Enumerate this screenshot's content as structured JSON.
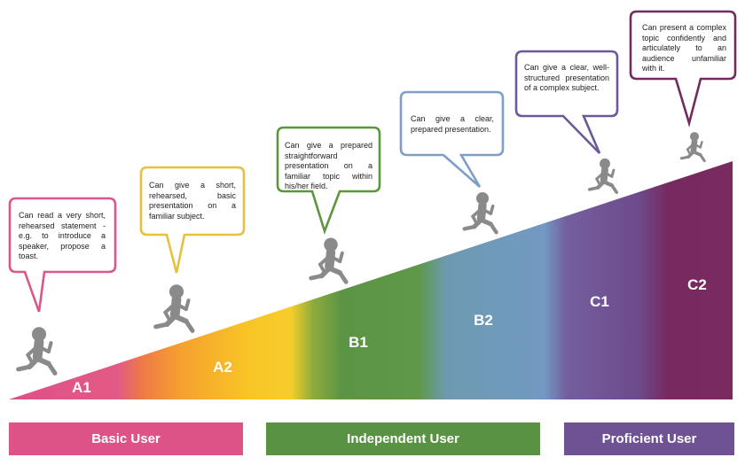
{
  "colors": {
    "basic": "#dd5387",
    "independent": "#5a9244",
    "proficient": "#6f5294",
    "a1_border": "#d9578b",
    "a2_border": "#e3c23f",
    "b1_border": "#5e9540",
    "b2_border": "#7d9fc7",
    "c1_border": "#6c5a98",
    "c2_border": "#6e2d5c",
    "runner": "#8a8a8a"
  },
  "levels": [
    {
      "code": "A1",
      "description": "Can read a very short, rehearsed statement - e.g. to introduce a speaker, propose a toast."
    },
    {
      "code": "A2",
      "description": "Can give a short, rehearsed, basic presentation on a familiar subject."
    },
    {
      "code": "B1",
      "description": "Can give a prepared straightforward presentation on a familiar topic within his/her field."
    },
    {
      "code": "B2",
      "description": "Can give a clear, prepared presentation."
    },
    {
      "code": "C1",
      "description": "Can give a clear, well-structured presentation of a complex subject."
    },
    {
      "code": "C2",
      "description": "Can present a complex topic confidently and articulately to an audience unfamiliar with it."
    }
  ],
  "bands": [
    {
      "label": "Basic User"
    },
    {
      "label": "Independent User"
    },
    {
      "label": "Proficient User"
    }
  ]
}
